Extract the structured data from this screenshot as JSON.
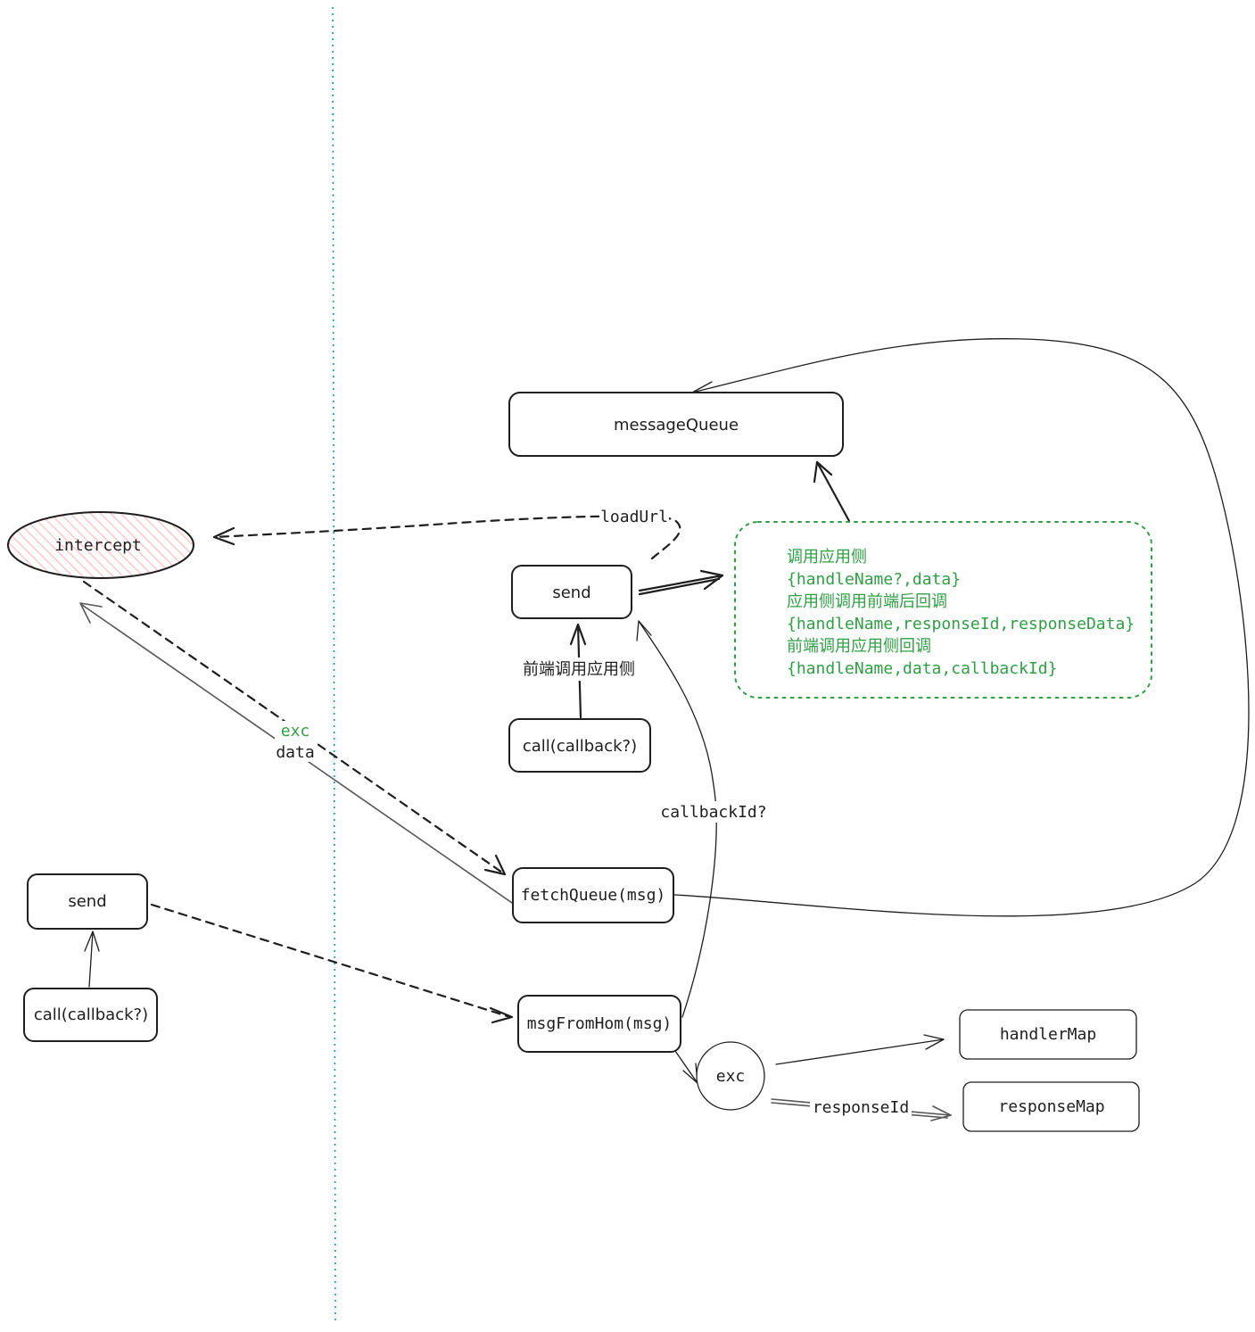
{
  "colors": {
    "stroke": "#1e1e1e",
    "divider": "#1098ad",
    "note": "#2f9e44",
    "hatch": "#ffc9c9"
  },
  "nodes": {
    "message_queue": "messageQueue",
    "intercept": "intercept",
    "send_right": "send",
    "call_right": "call(callback?)",
    "fetch_queue": "fetchQueue(msg)",
    "send_left": "send",
    "call_left": "call(callback?)",
    "msg_from_hom": "msgFromHom(msg)",
    "exc": "exc",
    "handler_map": "handlerMap",
    "response_map": "responseMap"
  },
  "edge_labels": {
    "load_url": "loadUrl",
    "frontend_calls_app": "前端调用应用侧",
    "exc": "exc",
    "data": "data",
    "callback_id": "callbackId?",
    "response_id": "responseId"
  },
  "note": {
    "lines": [
      "调用应用侧",
      "{handleName?,data}",
      "应用侧调用前端后回调",
      "{handleName,responseId,responseData}",
      "前端调用应用侧回调",
      "{handleName,data,callbackId}"
    ]
  }
}
